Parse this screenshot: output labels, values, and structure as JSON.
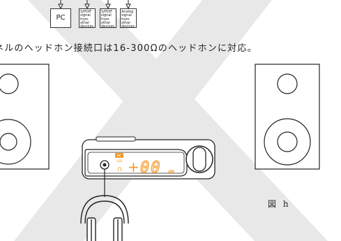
{
  "caption": "ネルのヘッドホン接続口は16-300Ωのヘッドホンに対応。",
  "figure_label": "図 h",
  "sources": {
    "pc": "PC",
    "spdif_1": [
      "S/PDIF",
      "signal",
      "from",
      "other",
      "devices"
    ],
    "spdif_2": [
      "S/PDIF",
      "signal",
      "from",
      "other",
      "devices"
    ],
    "analog": [
      "Analog",
      "signal",
      "from",
      "other",
      "devices"
    ]
  },
  "display": {
    "input_badge": "PC",
    "input_sublabel": "USB",
    "volume_sign": "+",
    "volume_value": "00",
    "unit": "dB"
  },
  "colors": {
    "display_orange": "#f39a2b",
    "watermark": "#e6e6e6",
    "line": "#222222"
  }
}
